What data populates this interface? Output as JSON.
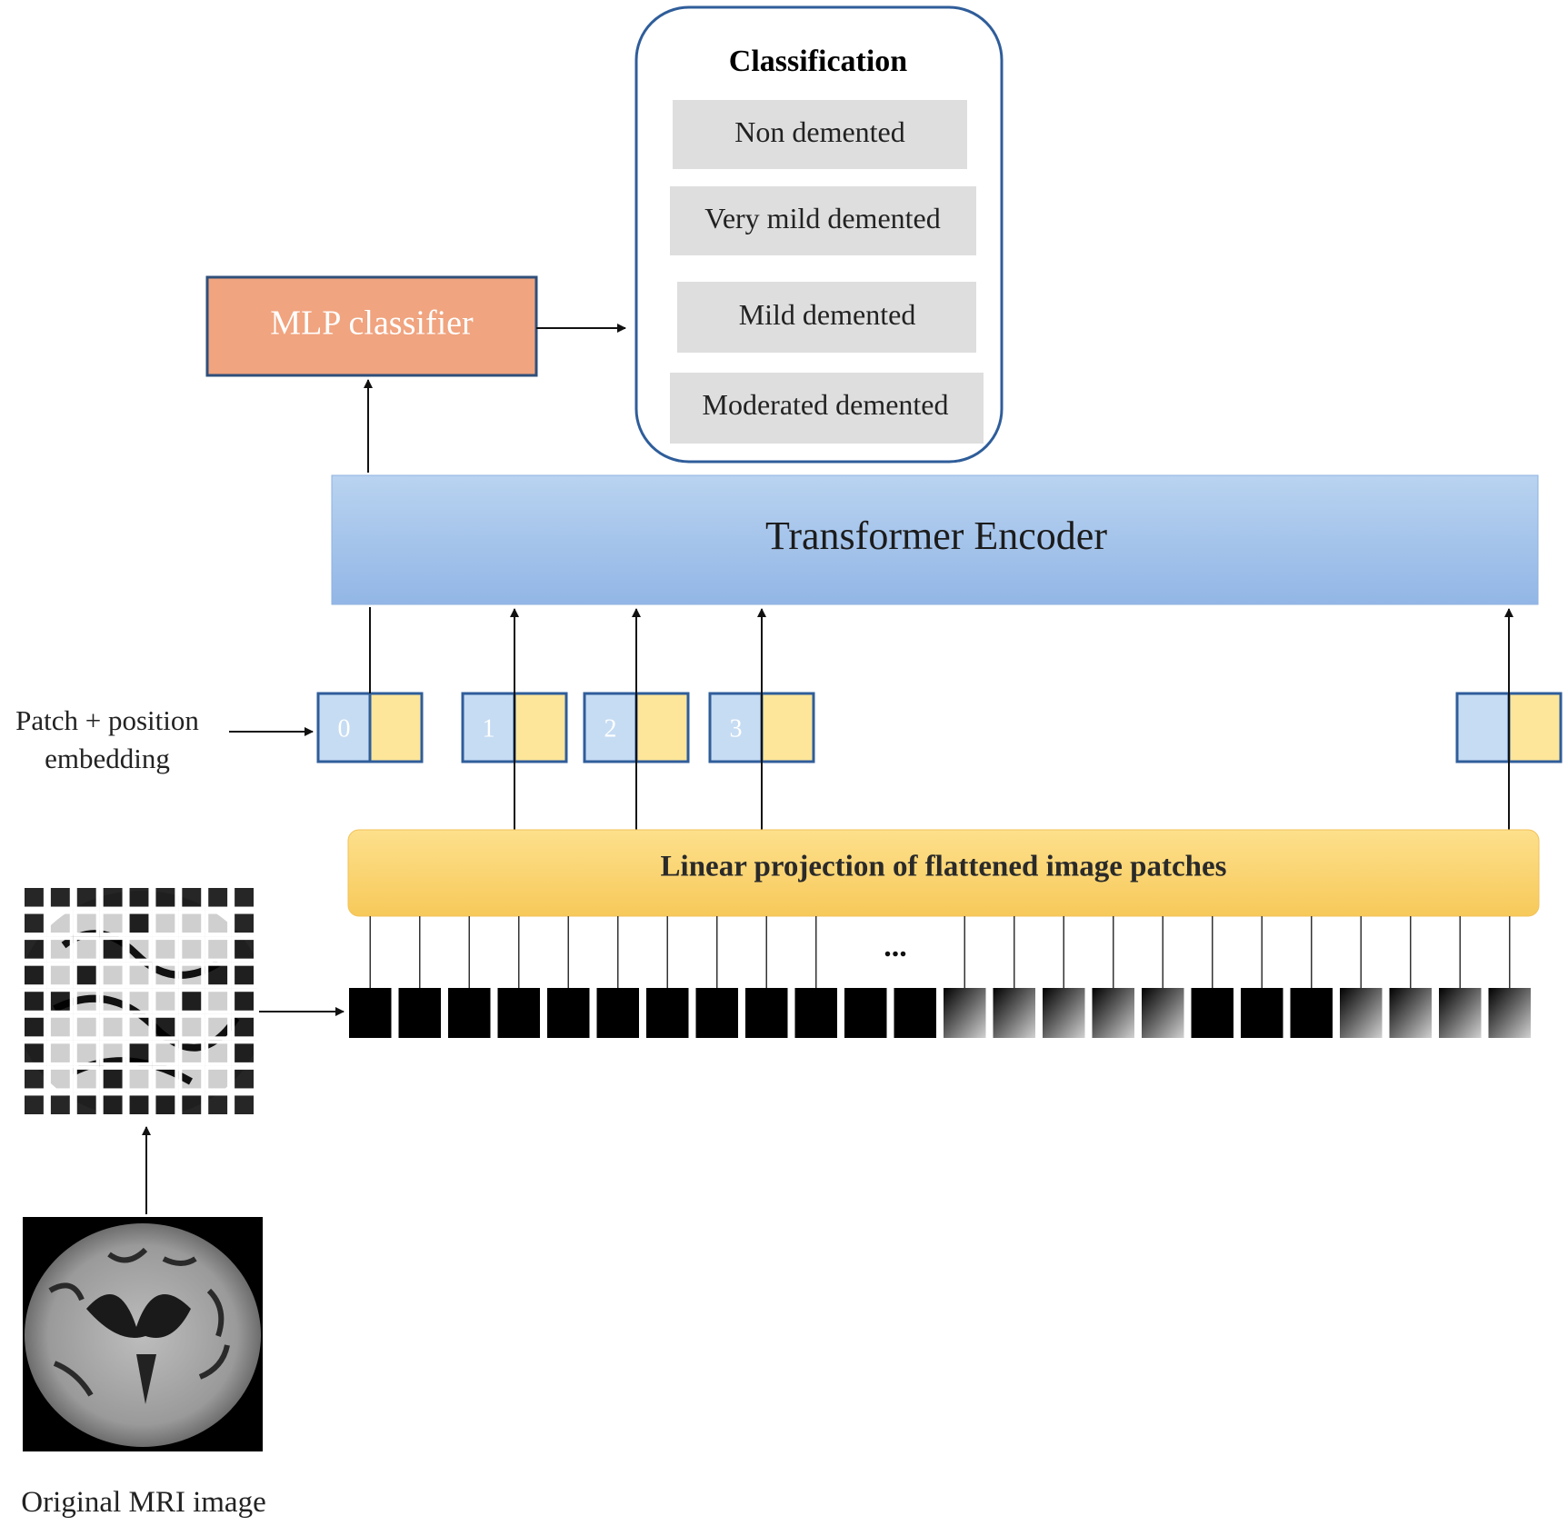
{
  "classification": {
    "title": "Classification",
    "classes": [
      "Non demented",
      "Very mild demented",
      "Mild demented",
      "Moderated demented"
    ]
  },
  "mlp": {
    "label": "MLP classifier"
  },
  "encoder": {
    "label": "Transformer Encoder"
  },
  "embedding": {
    "caption_line1": "Patch + position",
    "caption_line2": "embedding",
    "tokens": [
      "0",
      "1",
      "2",
      "3",
      ""
    ]
  },
  "projection": {
    "label": "Linear projection of flattened image patches"
  },
  "patches": {
    "ellipsis": "...",
    "count": 24
  },
  "mri": {
    "caption": "Original MRI image"
  },
  "colors": {
    "mlp_fill": "#f0a47f",
    "mlp_border": "#2f4f7a",
    "encoder_fill": "#a9c6ea",
    "projection_fill": "#fbd77a",
    "token_blue": "#c6dcf3",
    "token_yellow": "#fde69a",
    "class_fill": "#dedede",
    "frame_border": "#2f5d9a"
  }
}
